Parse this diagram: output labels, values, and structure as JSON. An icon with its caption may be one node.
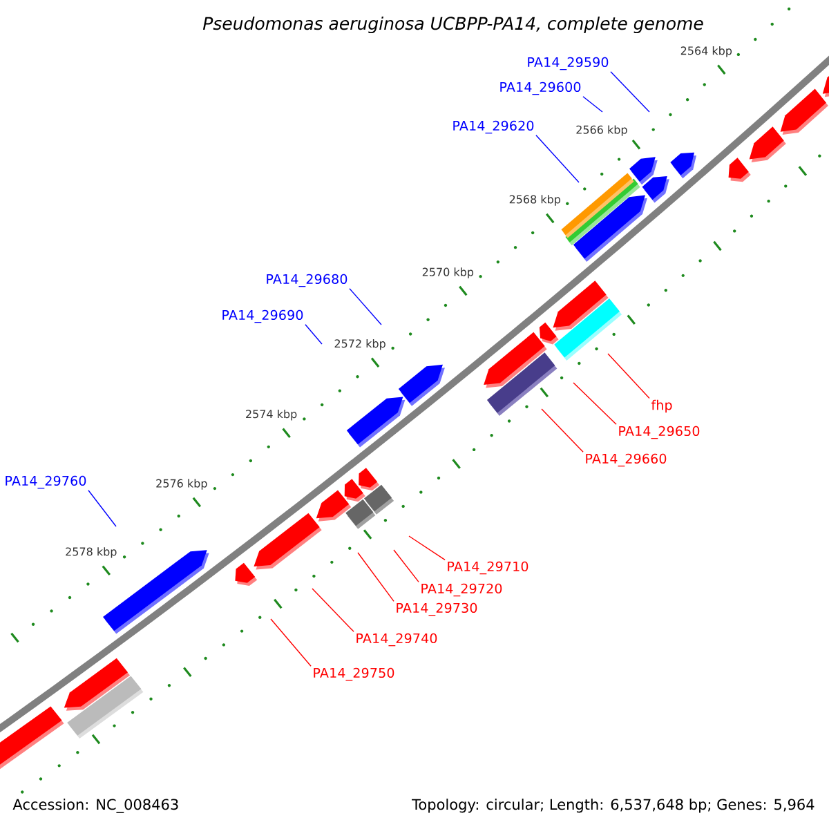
{
  "diagram": {
    "title": "Pseudomonas aeruginosa UCBPP-PA14, complete genome",
    "nodes": [
      {
        "text": [
          "PA14_29590"
        ]
      },
      {
        "text": [
          "PA14_29600"
        ]
      },
      {
        "text": [
          "PA14_29620"
        ]
      },
      {
        "text": [
          "PA14_29680"
        ]
      },
      {
        "text": [
          "PA14_29690"
        ]
      },
      {
        "text": [
          "PA14_29760"
        ]
      },
      {
        "text": [
          "fhp"
        ]
      },
      {
        "text": [
          "PA14_29650"
        ]
      },
      {
        "text": [
          "PA14_29660"
        ]
      },
      {
        "text": [
          "PA14_29710"
        ]
      },
      {
        "text": [
          "PA14_29720"
        ]
      },
      {
        "text": [
          "PA14_29730"
        ]
      },
      {
        "text": [
          "PA14_29740"
        ]
      },
      {
        "text": [
          "PA14_29750"
        ]
      }
    ],
    "edges": [
      {
        "from": 0,
        "to": null,
        "arrow": "none",
        "color": "#0000ff"
      },
      {
        "from": 1,
        "to": null,
        "arrow": "none",
        "color": "#0000ff"
      },
      {
        "from": 2,
        "to": null,
        "arrow": "none",
        "color": "#0000ff"
      },
      {
        "from": 3,
        "to": null,
        "arrow": "none",
        "color": "#0000ff"
      },
      {
        "from": 4,
        "to": null,
        "arrow": "none",
        "color": "#0000ff"
      },
      {
        "from": 5,
        "to": null,
        "arrow": "none",
        "color": "#0000ff"
      },
      {
        "from": 6,
        "to": null,
        "arrow": "none"
      },
      {
        "from": 7,
        "to": null,
        "arrow": "none"
      },
      {
        "from": 8,
        "to": null,
        "arrow": "none"
      },
      {
        "from": 9,
        "to": null,
        "arrow": "none"
      },
      {
        "from": 10,
        "to": null,
        "arrow": "none"
      },
      {
        "from": 11,
        "to": null,
        "arrow": "none"
      },
      {
        "from": 12,
        "to": null,
        "arrow": "none"
      },
      {
        "from": 13,
        "to": null,
        "arrow": "none"
      }
    ],
    "labels": [
      "Accession: NC_008463",
      "Topology: circular; Length: 6,537,648 bp; Genes: 5,964",
      "2564 kbp",
      "2566 kbp",
      "2568 kbp",
      "2570 kbp",
      "2572 kbp",
      "2574 kbp",
      "2576 kbp",
      "2578 kbp"
    ]
  }
}
